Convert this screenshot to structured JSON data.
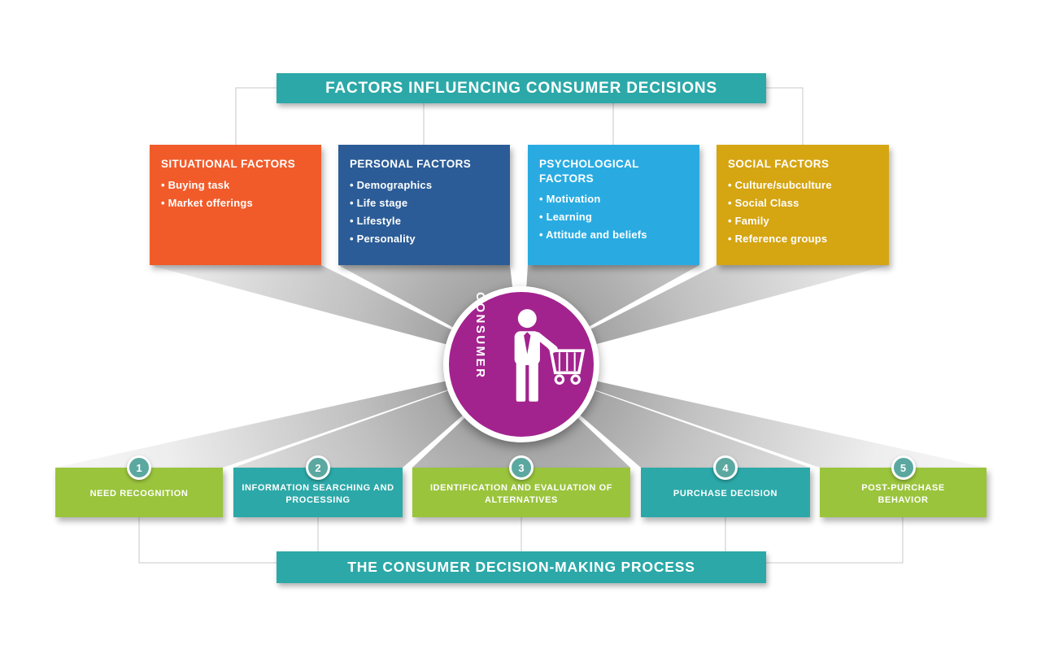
{
  "top_banner": {
    "label": "FACTORS INFLUENCING CONSUMER DECISIONS",
    "color": "#2CA8A8"
  },
  "bottom_banner": {
    "label": "THE CONSUMER DECISION-MAKING PROCESS",
    "color": "#2CA8A8"
  },
  "center": {
    "label": "CONSUMER",
    "color": "#A2238E"
  },
  "factors": [
    {
      "title": "SITUATIONAL FACTORS",
      "color": "#F15B2A",
      "items": [
        "Buying task",
        "Market offerings"
      ]
    },
    {
      "title": "PERSONAL FACTORS",
      "color": "#2B5C97",
      "items": [
        "Demographics",
        "Life stage",
        "Lifestyle",
        "Personality"
      ]
    },
    {
      "title": "PSYCHOLOGICAL FACTORS",
      "color": "#29ABE2",
      "items": [
        "Motivation",
        "Learning",
        "Attitude and beliefs"
      ]
    },
    {
      "title": "SOCIAL FACTORS",
      "color": "#D5A512",
      "items": [
        "Culture/subculture",
        "Social Class",
        "Family",
        "Reference groups"
      ]
    }
  ],
  "steps": [
    {
      "number": "1",
      "label": "NEED RECOGNITION",
      "color": "#9AC43C"
    },
    {
      "number": "2",
      "label": "INFORMATION SEARCHING AND PROCESSING",
      "color": "#2CA8A8"
    },
    {
      "number": "3",
      "label": "IDENTIFICATION AND EVALUATION OF ALTERNATIVES",
      "color": "#9AC43C"
    },
    {
      "number": "4",
      "label": "PURCHASE DECISION",
      "color": "#2CA8A8"
    },
    {
      "number": "5",
      "label": "POST-PURCHASE BEHAVIOR",
      "color": "#9AC43C"
    }
  ],
  "badge_color": "#5BA8A0"
}
